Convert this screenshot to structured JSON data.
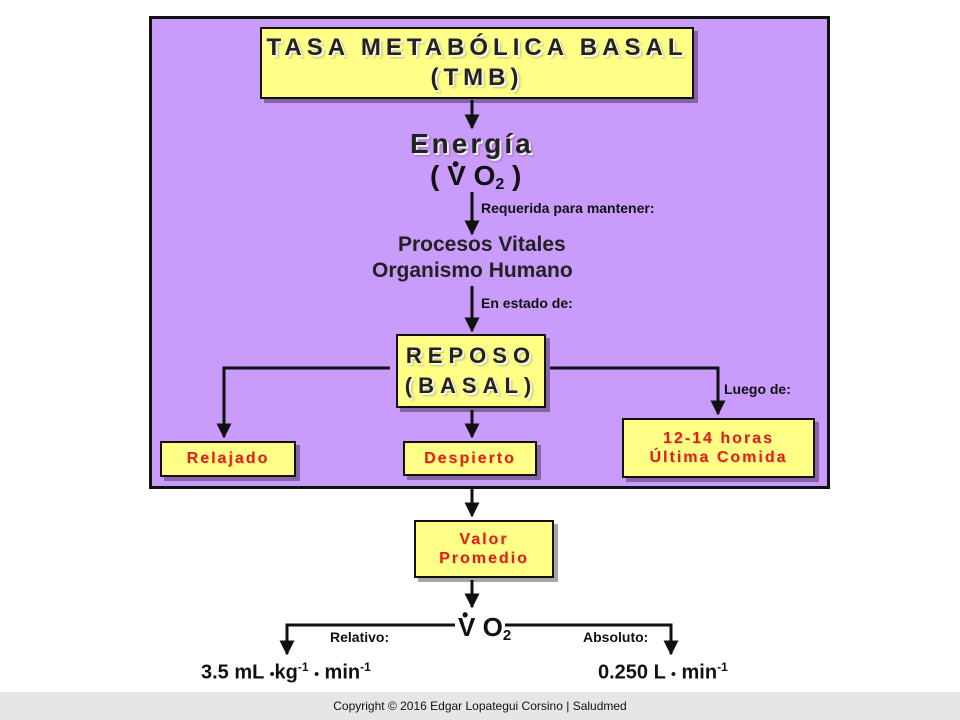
{
  "title": {
    "line1": "TASA METABÓLICA BASAL",
    "line2": "(TMB)"
  },
  "energy": {
    "word": "Energía",
    "vo2_open": "(",
    "vo2_v": "V",
    "vo2_o": "O",
    "vo2_sub": "2",
    "vo2_close": ")"
  },
  "connectors": {
    "requerida": "Requerida para mantener:",
    "en_estado": "En estado de:",
    "luego": "Luego de:",
    "relativo": "Relativo:",
    "absoluto": "Absoluto:"
  },
  "procesos": {
    "line1": "Procesos Vitales",
    "line2": "Organismo Humano"
  },
  "reposo": {
    "line1": "REPOSO",
    "line2": "(BASAL)"
  },
  "conditions": {
    "relajado": "Relajado",
    "despierto": "Despierto",
    "horas_line1": "12-14 horas",
    "horas_line2": "Última Comida"
  },
  "valor": {
    "line1": "Valor",
    "line2": "Promedio"
  },
  "vo2_bottom": {
    "v": "V",
    "o": "O",
    "sub": "2"
  },
  "relative_value": {
    "number": "3.5",
    "unit1": "mL",
    "unit2": "kg",
    "exp1": "-1",
    "unit3": "min",
    "exp2": "-1"
  },
  "absolute_value": {
    "number": "0.250",
    "unit1": "L",
    "unit2": "min",
    "exp1": "-1"
  },
  "footer": {
    "copyright": "Copyright © 2016 Edgar Lopategui Corsino | Saludmed"
  },
  "colors": {
    "panel": "#c99bfb",
    "box": "#ffff88",
    "red_text": "#e0201c",
    "line": "#111111"
  }
}
